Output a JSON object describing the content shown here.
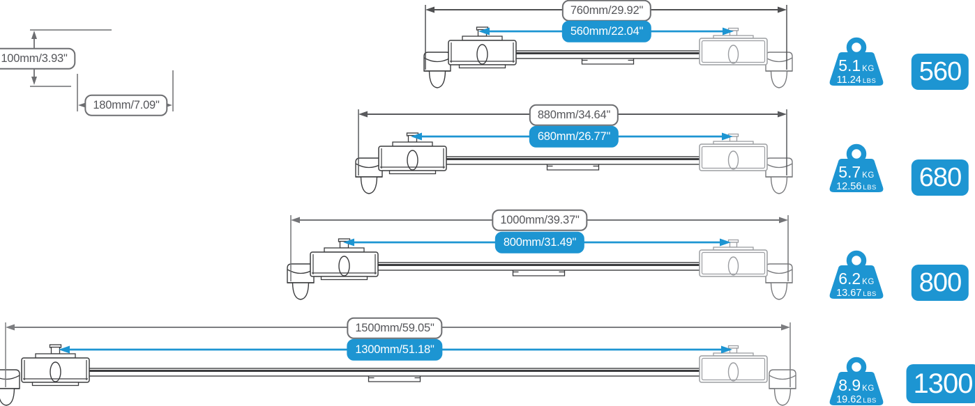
{
  "corner_diagram": {
    "height_label": "100mm/3.93\"",
    "width_label": "180mm/7.09\""
  },
  "sliders": [
    {
      "size_label": "560",
      "overall_length": "760mm/29.92\"",
      "travel_length": "560mm/22.04\"",
      "weight_kg": "5.1",
      "kg_unit": "KG",
      "weight_lbs": "11.24",
      "lbs_unit": "LBS"
    },
    {
      "size_label": "680",
      "overall_length": "880mm/34.64\"",
      "travel_length": "680mm/26.77\"",
      "weight_kg": "5.7",
      "kg_unit": "KG",
      "weight_lbs": "12.56",
      "lbs_unit": "LBS"
    },
    {
      "size_label": "800",
      "overall_length": "1000mm/39.37\"",
      "travel_length": "800mm/31.49\"",
      "weight_kg": "6.2",
      "kg_unit": "KG",
      "weight_lbs": "13.67",
      "lbs_unit": "LBS"
    },
    {
      "size_label": "1300",
      "overall_length": "1500mm/59.05\"",
      "travel_length": "1300mm/51.18\"",
      "weight_kg": "8.9",
      "kg_unit": "KG",
      "weight_lbs": "19.62",
      "lbs_unit": "LBS"
    }
  ],
  "colors": {
    "accent_blue": "#1d95d2",
    "dim_gray": "#6d6e71",
    "pill_text_gray": "#55565a",
    "drawing_dark": "#3a3b3d",
    "drawing_light_gray": "#9b9da1"
  }
}
